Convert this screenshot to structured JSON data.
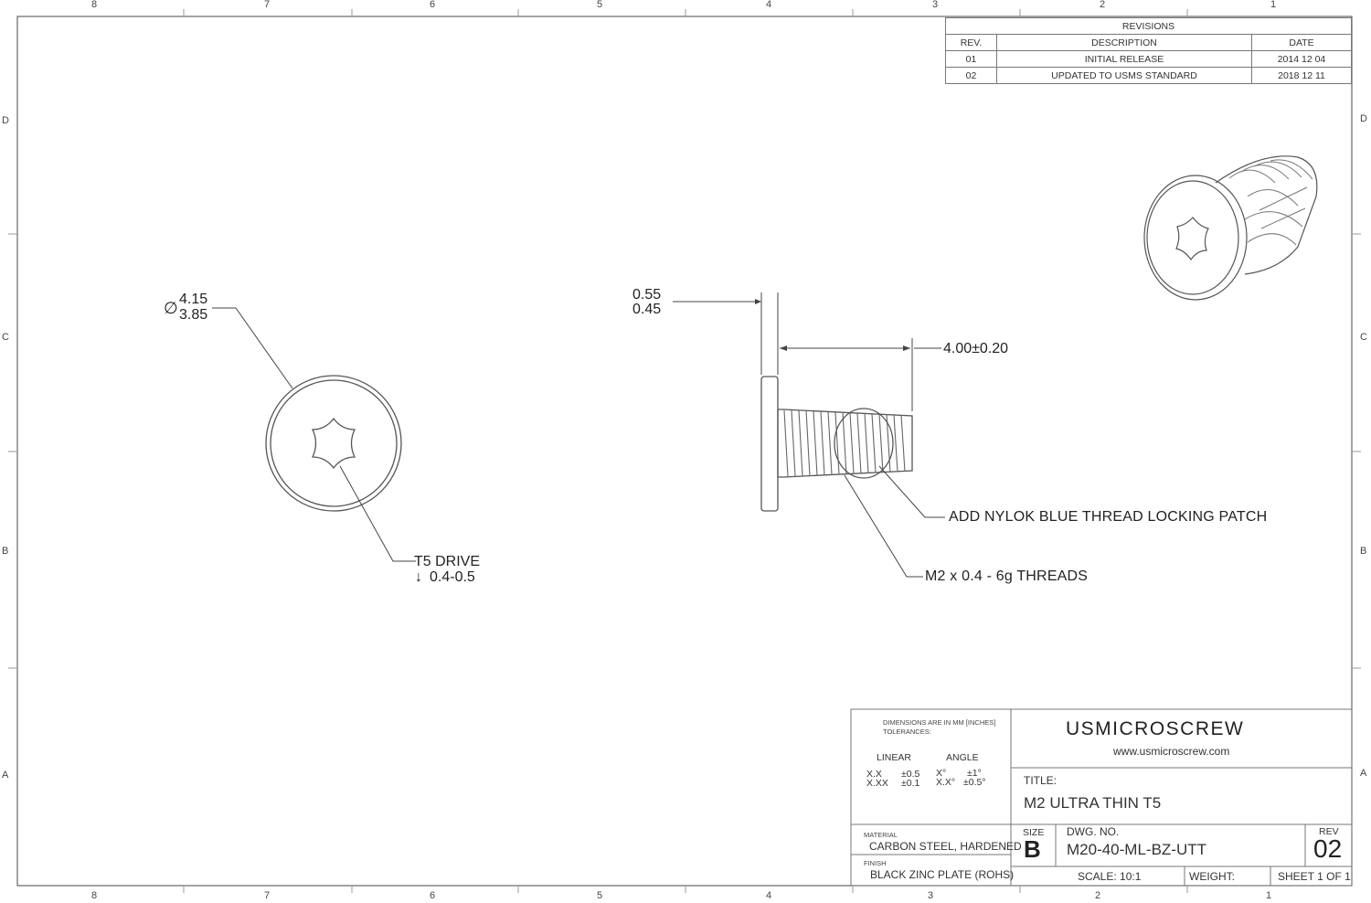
{
  "border": {
    "top_numbers": [
      "8",
      "7",
      "6",
      "5",
      "4",
      "3",
      "2",
      "1"
    ],
    "bottom_numbers": [
      "8",
      "7",
      "6",
      "5",
      "4",
      "3",
      "2",
      "1"
    ],
    "left_letters": [
      "D",
      "C",
      "B",
      "A"
    ],
    "right_letters": [
      "D",
      "C",
      "B",
      "A"
    ]
  },
  "revisions": {
    "title": "REVISIONS",
    "headers": {
      "rev": "REV.",
      "description": "DESCRIPTION",
      "date": "DATE"
    },
    "rows": [
      {
        "rev": "01",
        "description": "INITIAL RELEASE",
        "date": "2014 12 04"
      },
      {
        "rev": "02",
        "description": "UPDATED TO USMS STANDARD",
        "date": "2018 12 11"
      }
    ]
  },
  "front_view": {
    "diameter_symbol": "∅",
    "dia_upper": "4.15",
    "dia_lower": "3.85",
    "drive_label": "T5 DRIVE",
    "depth_symbol": "↓",
    "depth_value": "0.4-0.5"
  },
  "side_view": {
    "head_upper": "0.55",
    "head_lower": "0.45",
    "length": "4.00±0.20",
    "patch_note": "ADD NYLOK BLUE THREAD LOCKING PATCH",
    "thread_note": "M2 x 0.4 - 6g THREADS"
  },
  "title_block": {
    "dims_note_1": "DIMENSIONS ARE IN MM [INCHES]",
    "dims_note_2": "TOLERANCES:",
    "linear_label": "LINEAR",
    "angle_label": "ANGLE",
    "linear_rows": [
      {
        "k": "X.X",
        "v": "±0.5"
      },
      {
        "k": "X.XX",
        "v": "±0.1"
      }
    ],
    "angle_rows": [
      {
        "k": "X°",
        "v": "±1°"
      },
      {
        "k": "X.X°",
        "v": "±0.5°"
      }
    ],
    "material_label": "MATERIAL",
    "material_value": "CARBON STEEL, HARDENED",
    "finish_label": "FINISH",
    "finish_value": "BLACK ZINC PLATE (ROHS)",
    "company": "USMICROSCREW",
    "website": "www.usmicroscrew.com",
    "title_label": "TITLE:",
    "title_value": "M2 ULTRA THIN T5",
    "size_label": "SIZE",
    "size_value": "B",
    "dwg_label": "DWG.  NO.",
    "dwg_value": "M20-40-ML-BZ-UTT",
    "rev_label": "REV",
    "rev_value": "02",
    "scale": "SCALE: 10:1",
    "weight": "WEIGHT:",
    "sheet": "SHEET 1 OF 1"
  },
  "colors": {
    "line": "#555555",
    "text": "#222222",
    "paper": "#ffffff"
  }
}
